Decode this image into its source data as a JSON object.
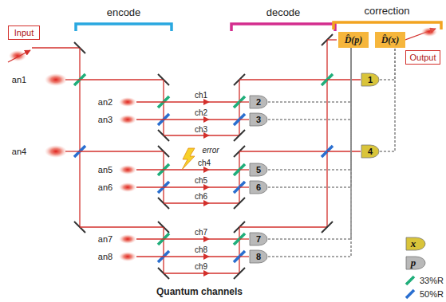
{
  "diagram": {
    "nodes": [
      {
        "text": [
          "Input"
        ]
      },
      {
        "text": [
          "D̂(p)"
        ]
      },
      {
        "text": [
          "D̂(x)"
        ]
      },
      {
        "text": [
          "Output"
        ]
      },
      {
        "text": [
          "1"
        ]
      },
      {
        "text": [
          "2"
        ]
      },
      {
        "text": [
          "3"
        ]
      },
      {
        "text": [
          "4"
        ]
      },
      {
        "text": [
          "5"
        ]
      },
      {
        "text": [
          "6"
        ]
      },
      {
        "text": [
          "7"
        ]
      },
      {
        "text": [
          "8"
        ]
      }
    ],
    "edges": [
      {
        "from": 4,
        "to": 2,
        "arrow": "none"
      },
      {
        "from": 7,
        "to": 2,
        "arrow": "none"
      },
      {
        "from": 5,
        "to": 1,
        "arrow": "none"
      },
      {
        "from": 6,
        "to": 1,
        "arrow": "none"
      },
      {
        "from": 8,
        "to": 1,
        "arrow": "none"
      },
      {
        "from": 9,
        "to": 1,
        "arrow": "none"
      },
      {
        "from": 10,
        "to": 1,
        "arrow": "none"
      },
      {
        "from": 11,
        "to": 1,
        "arrow": "none"
      }
    ],
    "labels": [
      "encode",
      "decode",
      "correction",
      "an1",
      "an2",
      "an3",
      "an4",
      "an5",
      "an6",
      "an7",
      "an8",
      "ch1",
      "ch2",
      "ch3",
      "ch4",
      "ch5",
      "ch6",
      "ch7",
      "ch8",
      "ch9",
      "error",
      "Quantum channels"
    ],
    "legend": [
      {
        "text": "x",
        "color": "#d9c43a"
      },
      {
        "text": "p",
        "color": "#b9b9b9"
      },
      {
        "text": "33%R",
        "color": "#1fae7a"
      },
      {
        "text": "50%R",
        "color": "#2a6fd0"
      }
    ]
  }
}
